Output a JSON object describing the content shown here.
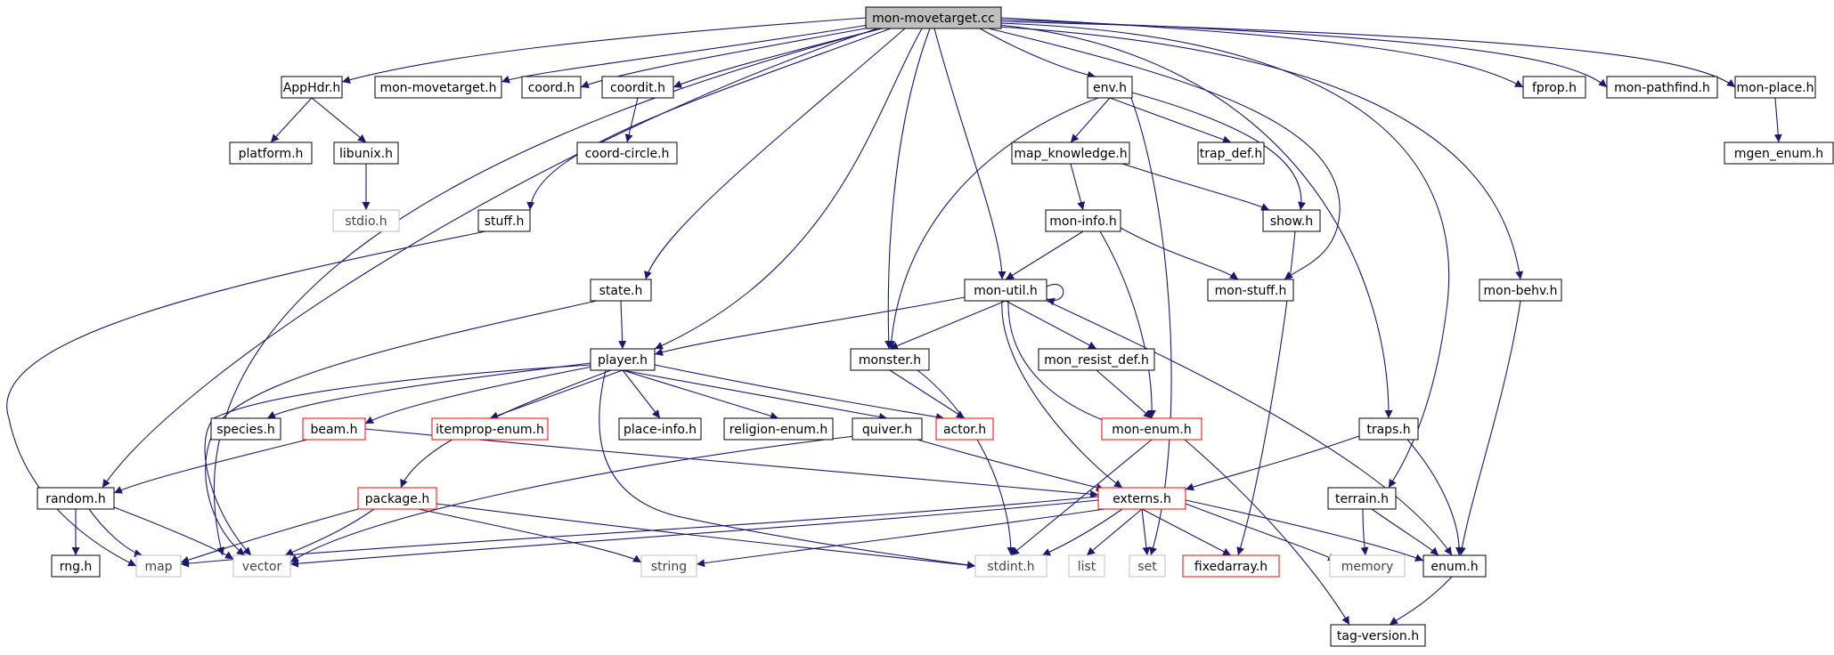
{
  "colors": {
    "edge": "#191970",
    "border_normal": "#000000",
    "border_truncated": "#ff0000",
    "border_external": "#bfbfbf",
    "root_fill": "#bfbfbf",
    "text_normal": "#000000",
    "text_external": "#444444"
  },
  "nodes": [
    {
      "id": "root",
      "label": "mon-movetarget.cc",
      "kind": "root"
    },
    {
      "id": "apphdr",
      "label": "AppHdr.h",
      "kind": "normal"
    },
    {
      "id": "monmovetarget_h",
      "label": "mon-movetarget.h",
      "kind": "normal"
    },
    {
      "id": "coord",
      "label": "coord.h",
      "kind": "normal"
    },
    {
      "id": "coordit",
      "label": "coordit.h",
      "kind": "normal"
    },
    {
      "id": "env",
      "label": "env.h",
      "kind": "normal"
    },
    {
      "id": "fprop",
      "label": "fprop.h",
      "kind": "normal"
    },
    {
      "id": "monpathfind",
      "label": "mon-pathfind.h",
      "kind": "normal"
    },
    {
      "id": "monplace",
      "label": "mon-place.h",
      "kind": "normal"
    },
    {
      "id": "platform",
      "label": "platform.h",
      "kind": "normal"
    },
    {
      "id": "libunix",
      "label": "libunix.h",
      "kind": "normal"
    },
    {
      "id": "coordcircle",
      "label": "coord-circle.h",
      "kind": "normal"
    },
    {
      "id": "mapknowledge",
      "label": "map_knowledge.h",
      "kind": "normal"
    },
    {
      "id": "trapdef",
      "label": "trap_def.h",
      "kind": "normal"
    },
    {
      "id": "mgenenum",
      "label": "mgen_enum.h",
      "kind": "normal"
    },
    {
      "id": "stdio",
      "label": "stdio.h",
      "kind": "external"
    },
    {
      "id": "stuff",
      "label": "stuff.h",
      "kind": "normal"
    },
    {
      "id": "moninfo",
      "label": "mon-info.h",
      "kind": "normal"
    },
    {
      "id": "show",
      "label": "show.h",
      "kind": "normal"
    },
    {
      "id": "state",
      "label": "state.h",
      "kind": "normal"
    },
    {
      "id": "monutil",
      "label": "mon-util.h",
      "kind": "normal"
    },
    {
      "id": "monstuff",
      "label": "mon-stuff.h",
      "kind": "normal"
    },
    {
      "id": "monbehv",
      "label": "mon-behv.h",
      "kind": "normal"
    },
    {
      "id": "player",
      "label": "player.h",
      "kind": "normal"
    },
    {
      "id": "monster",
      "label": "monster.h",
      "kind": "normal"
    },
    {
      "id": "monresistdef",
      "label": "mon_resist_def.h",
      "kind": "normal"
    },
    {
      "id": "species",
      "label": "species.h",
      "kind": "normal"
    },
    {
      "id": "beam",
      "label": "beam.h",
      "kind": "truncated"
    },
    {
      "id": "itempropenum",
      "label": "itemprop-enum.h",
      "kind": "truncated"
    },
    {
      "id": "placeinfo",
      "label": "place-info.h",
      "kind": "normal"
    },
    {
      "id": "religionenum",
      "label": "religion-enum.h",
      "kind": "normal"
    },
    {
      "id": "quiver",
      "label": "quiver.h",
      "kind": "normal"
    },
    {
      "id": "actor",
      "label": "actor.h",
      "kind": "truncated"
    },
    {
      "id": "monenum",
      "label": "mon-enum.h",
      "kind": "truncated"
    },
    {
      "id": "traps",
      "label": "traps.h",
      "kind": "normal"
    },
    {
      "id": "random",
      "label": "random.h",
      "kind": "normal"
    },
    {
      "id": "package",
      "label": "package.h",
      "kind": "truncated"
    },
    {
      "id": "externs",
      "label": "externs.h",
      "kind": "truncated"
    },
    {
      "id": "terrain",
      "label": "terrain.h",
      "kind": "normal"
    },
    {
      "id": "rng",
      "label": "rng.h",
      "kind": "normal"
    },
    {
      "id": "map",
      "label": "map",
      "kind": "external"
    },
    {
      "id": "vector",
      "label": "vector",
      "kind": "external"
    },
    {
      "id": "string",
      "label": "string",
      "kind": "external"
    },
    {
      "id": "stdint",
      "label": "stdint.h",
      "kind": "external"
    },
    {
      "id": "list",
      "label": "list",
      "kind": "external"
    },
    {
      "id": "set",
      "label": "set",
      "kind": "external"
    },
    {
      "id": "fixedarray",
      "label": "fixedarray.h",
      "kind": "truncated"
    },
    {
      "id": "memory",
      "label": "memory",
      "kind": "external"
    },
    {
      "id": "enum",
      "label": "enum.h",
      "kind": "normal"
    },
    {
      "id": "tagversion",
      "label": "tag-version.h",
      "kind": "normal"
    }
  ],
  "edges": [
    [
      "root",
      "apphdr"
    ],
    [
      "root",
      "monmovetarget_h"
    ],
    [
      "root",
      "coord"
    ],
    [
      "root",
      "coordit"
    ],
    [
      "root",
      "env"
    ],
    [
      "root",
      "fprop"
    ],
    [
      "root",
      "monpathfind"
    ],
    [
      "root",
      "monplace"
    ],
    [
      "root",
      "stuff"
    ],
    [
      "root",
      "state"
    ],
    [
      "root",
      "player"
    ],
    [
      "root",
      "monster"
    ],
    [
      "root",
      "monutil"
    ],
    [
      "root",
      "monstuff"
    ],
    [
      "root",
      "monbehv"
    ],
    [
      "root",
      "traps"
    ],
    [
      "root",
      "terrain"
    ],
    [
      "root",
      "random"
    ],
    [
      "root",
      "vector"
    ],
    [
      "apphdr",
      "platform"
    ],
    [
      "apphdr",
      "libunix"
    ],
    [
      "libunix",
      "stdio"
    ],
    [
      "coordit",
      "coordcircle"
    ],
    [
      "env",
      "mapknowledge"
    ],
    [
      "env",
      "trapdef"
    ],
    [
      "env",
      "show"
    ],
    [
      "env",
      "monster"
    ],
    [
      "env",
      "set"
    ],
    [
      "mapknowledge",
      "moninfo"
    ],
    [
      "mapknowledge",
      "show"
    ],
    [
      "moninfo",
      "monutil"
    ],
    [
      "moninfo",
      "monstuff"
    ],
    [
      "moninfo",
      "monenum"
    ],
    [
      "show",
      "fixedarray"
    ],
    [
      "monplace",
      "mgenenum"
    ],
    [
      "stuff",
      "map"
    ],
    [
      "state",
      "player"
    ],
    [
      "state",
      "vector"
    ],
    [
      "monutil",
      "monutil"
    ],
    [
      "monutil",
      "player"
    ],
    [
      "monutil",
      "monster"
    ],
    [
      "monutil",
      "monresistdef"
    ],
    [
      "monutil",
      "monenum"
    ],
    [
      "monutil",
      "externs"
    ],
    [
      "monutil",
      "enum"
    ],
    [
      "monbehv",
      "enum"
    ],
    [
      "player",
      "species"
    ],
    [
      "player",
      "beam"
    ],
    [
      "player",
      "itempropenum"
    ],
    [
      "player",
      "placeinfo"
    ],
    [
      "player",
      "religionenum"
    ],
    [
      "player",
      "quiver"
    ],
    [
      "player",
      "actor"
    ],
    [
      "player",
      "package"
    ],
    [
      "player",
      "vector"
    ],
    [
      "player",
      "stdint"
    ],
    [
      "monster",
      "actor"
    ],
    [
      "monster",
      "stdint"
    ],
    [
      "monresistdef",
      "monenum"
    ],
    [
      "monenum",
      "stdint"
    ],
    [
      "monenum",
      "tagversion"
    ],
    [
      "beam",
      "random"
    ],
    [
      "beam",
      "externs"
    ],
    [
      "quiver",
      "externs"
    ],
    [
      "quiver",
      "vector"
    ],
    [
      "traps",
      "externs"
    ],
    [
      "traps",
      "enum"
    ],
    [
      "random",
      "rng"
    ],
    [
      "random",
      "map"
    ],
    [
      "random",
      "vector"
    ],
    [
      "package",
      "map"
    ],
    [
      "package",
      "vector"
    ],
    [
      "package",
      "string"
    ],
    [
      "package",
      "stdint"
    ],
    [
      "externs",
      "map"
    ],
    [
      "externs",
      "vector"
    ],
    [
      "externs",
      "string"
    ],
    [
      "externs",
      "stdint"
    ],
    [
      "externs",
      "list"
    ],
    [
      "externs",
      "set"
    ],
    [
      "externs",
      "fixedarray"
    ],
    [
      "externs",
      "memory"
    ],
    [
      "externs",
      "enum"
    ],
    [
      "terrain",
      "memory"
    ],
    [
      "terrain",
      "enum"
    ],
    [
      "enum",
      "tagversion"
    ]
  ]
}
